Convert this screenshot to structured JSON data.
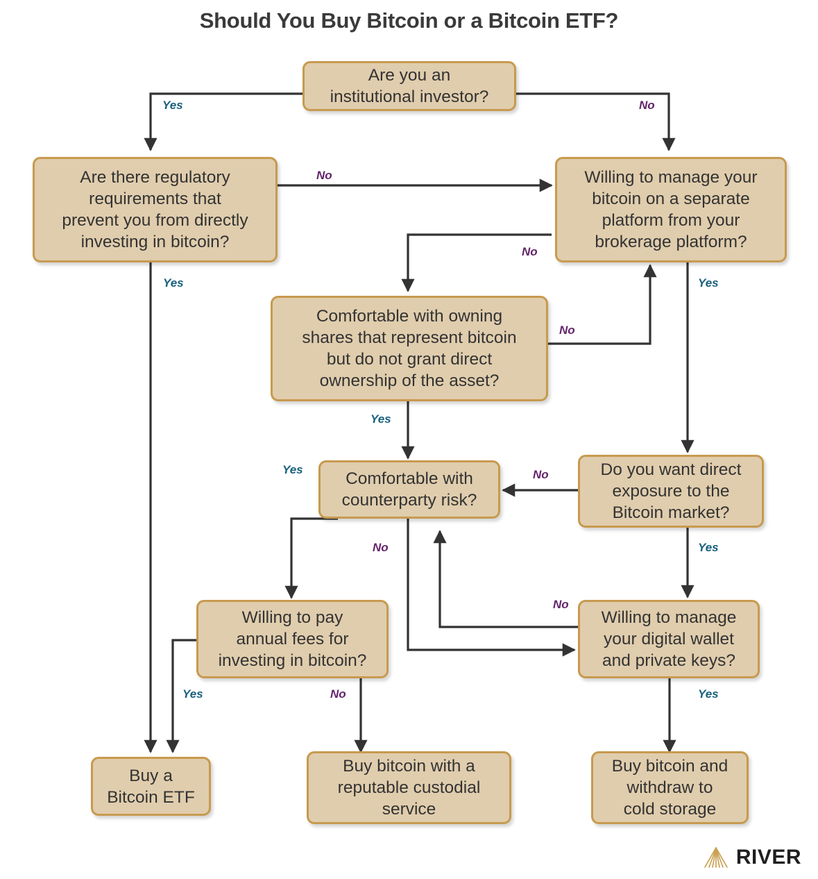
{
  "page": {
    "title": "Should You Buy Bitcoin or a Bitcoin ETF?",
    "background_color": "#ffffff"
  },
  "colors": {
    "node_fill": "#e0cdad",
    "node_border": "#c79a4f",
    "node_text": "#333333",
    "yes_label": "#17607c",
    "no_label": "#63246b",
    "edge_line": "#333333",
    "logo_mark": "#c9a254",
    "logo_text": "#1f1f1f"
  },
  "chart_data": {
    "type": "flowchart",
    "title": "Should You Buy Bitcoin or a Bitcoin ETF?",
    "nodes": [
      {
        "id": "n1",
        "kind": "decision",
        "text": "Are you an institutional investor?"
      },
      {
        "id": "n2",
        "kind": "decision",
        "text": "Are there regulatory requirements that prevent you from directly investing in bitcoin?"
      },
      {
        "id": "n3",
        "kind": "decision",
        "text": "Willing to manage your bitcoin on a separate platform from your brokerage platform?"
      },
      {
        "id": "n4",
        "kind": "decision",
        "text": "Comfortable with owning shares that represent bitcoin but do not grant direct ownership of the asset?"
      },
      {
        "id": "n5",
        "kind": "decision",
        "text": "Comfortable with counterparty risk?"
      },
      {
        "id": "n6",
        "kind": "decision",
        "text": "Do you want direct exposure to the Bitcoin market?"
      },
      {
        "id": "n7",
        "kind": "decision",
        "text": "Willing to pay annual fees for investing in bitcoin?"
      },
      {
        "id": "n8",
        "kind": "decision",
        "text": "Willing to manage your digital wallet and private keys?"
      },
      {
        "id": "n9",
        "kind": "outcome",
        "text": "Buy a Bitcoin ETF"
      },
      {
        "id": "n10",
        "kind": "outcome",
        "text": "Buy bitcoin with a reputable custodial service"
      },
      {
        "id": "n11",
        "kind": "outcome",
        "text": "Buy bitcoin and withdraw to cold storage"
      }
    ],
    "edges": [
      {
        "from": "n1",
        "to": "n2",
        "label": "Yes"
      },
      {
        "from": "n1",
        "to": "n3",
        "label": "No"
      },
      {
        "from": "n2",
        "to": "n3",
        "label": "No"
      },
      {
        "from": "n2",
        "to": "n9",
        "label": "Yes"
      },
      {
        "from": "n3",
        "to": "n4",
        "label": "No"
      },
      {
        "from": "n3",
        "to": "n6",
        "label": "Yes"
      },
      {
        "from": "n4",
        "to": "n3",
        "label": "No"
      },
      {
        "from": "n4",
        "to": "n5",
        "label": "Yes"
      },
      {
        "from": "n6",
        "to": "n5",
        "label": "No"
      },
      {
        "from": "n6",
        "to": "n8",
        "label": "Yes"
      },
      {
        "from": "n5",
        "to": "n7",
        "label": "Yes"
      },
      {
        "from": "n5",
        "to": "n8",
        "label": "No"
      },
      {
        "from": "n7",
        "to": "n9",
        "label": "Yes"
      },
      {
        "from": "n7",
        "to": "n10",
        "label": "No"
      },
      {
        "from": "n8",
        "to": "n5",
        "label": "No"
      },
      {
        "from": "n8",
        "to": "n11",
        "label": "Yes"
      }
    ],
    "edge_labels": [
      {
        "id": "l1",
        "text": "Yes",
        "kind": "yes"
      },
      {
        "id": "l2",
        "text": "No",
        "kind": "no"
      },
      {
        "id": "l3",
        "text": "No",
        "kind": "no"
      },
      {
        "id": "l4",
        "text": "Yes",
        "kind": "yes"
      },
      {
        "id": "l5",
        "text": "No",
        "kind": "no"
      },
      {
        "id": "l6",
        "text": "Yes",
        "kind": "yes"
      },
      {
        "id": "l7",
        "text": "No",
        "kind": "no"
      },
      {
        "id": "l8",
        "text": "Yes",
        "kind": "yes"
      },
      {
        "id": "l9",
        "text": "Yes",
        "kind": "yes"
      },
      {
        "id": "l10",
        "text": "No",
        "kind": "no"
      },
      {
        "id": "l11",
        "text": "No",
        "kind": "no"
      },
      {
        "id": "l12",
        "text": "Yes",
        "kind": "yes"
      },
      {
        "id": "l13",
        "text": "No",
        "kind": "no"
      },
      {
        "id": "l14",
        "text": "Yes",
        "kind": "yes"
      },
      {
        "id": "l15",
        "text": "No",
        "kind": "no"
      },
      {
        "id": "l16",
        "text": "Yes",
        "kind": "yes"
      }
    ]
  },
  "nodes": {
    "n1": "Are you an\ninstitutional investor?",
    "n2": "Are there regulatory\nrequirements that\nprevent you from directly\ninvesting in bitcoin?",
    "n3": "Willing to manage your\nbitcoin on a separate\nplatform from your\nbrokerage platform?",
    "n4": "Comfortable with owning\nshares that represent bitcoin\nbut do not grant direct\nownership of the asset?",
    "n5": "Comfortable with\ncounterparty risk?",
    "n6": "Do you want direct\nexposure to the\nBitcoin market?",
    "n7": "Willing to pay\nannual fees for\ninvesting in bitcoin?",
    "n8": "Willing to manage\nyour digital wallet\nand private keys?",
    "n9": "Buy a\nBitcoin ETF",
    "n10": "Buy bitcoin with a\nreputable custodial\nservice",
    "n11": "Buy bitcoin and\nwithdraw to\ncold storage"
  },
  "labels": {
    "l1": "Yes",
    "l2": "No",
    "l3": "No",
    "l4": "Yes",
    "l5": "No",
    "l6": "Yes",
    "l7": "No",
    "l8": "Yes",
    "l9": "Yes",
    "l10": "No",
    "l11": "No",
    "l12": "Yes",
    "l13": "No",
    "l14": "Yes",
    "l15": "No",
    "l16": "Yes"
  },
  "logo": {
    "name": "RIVER",
    "mark": "river-triangle-mark"
  }
}
